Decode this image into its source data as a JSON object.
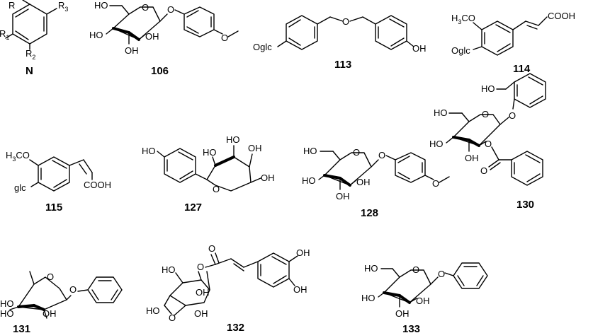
{
  "compounds": [
    {
      "id": "N"
    },
    {
      "id": "106"
    },
    {
      "id": "113"
    },
    {
      "id": "114"
    },
    {
      "id": "115"
    },
    {
      "id": "127"
    },
    {
      "id": "128"
    },
    {
      "id": "130"
    },
    {
      "id": "131"
    },
    {
      "id": "132"
    },
    {
      "id": "133"
    }
  ],
  "atoms": {
    "R": "R",
    "R1": "R",
    "R1_sub": "1",
    "R2": "R",
    "R2_sub": "2",
    "R3": "R",
    "R3_sub": "3",
    "HO": "HO",
    "OH": "OH",
    "O": "O",
    "Oglc": "Oglc",
    "glc": "glc",
    "H3CO": "H3CO",
    "COOH": "COOH",
    "HO_short": "HO",
    "O_ring": "O"
  }
}
